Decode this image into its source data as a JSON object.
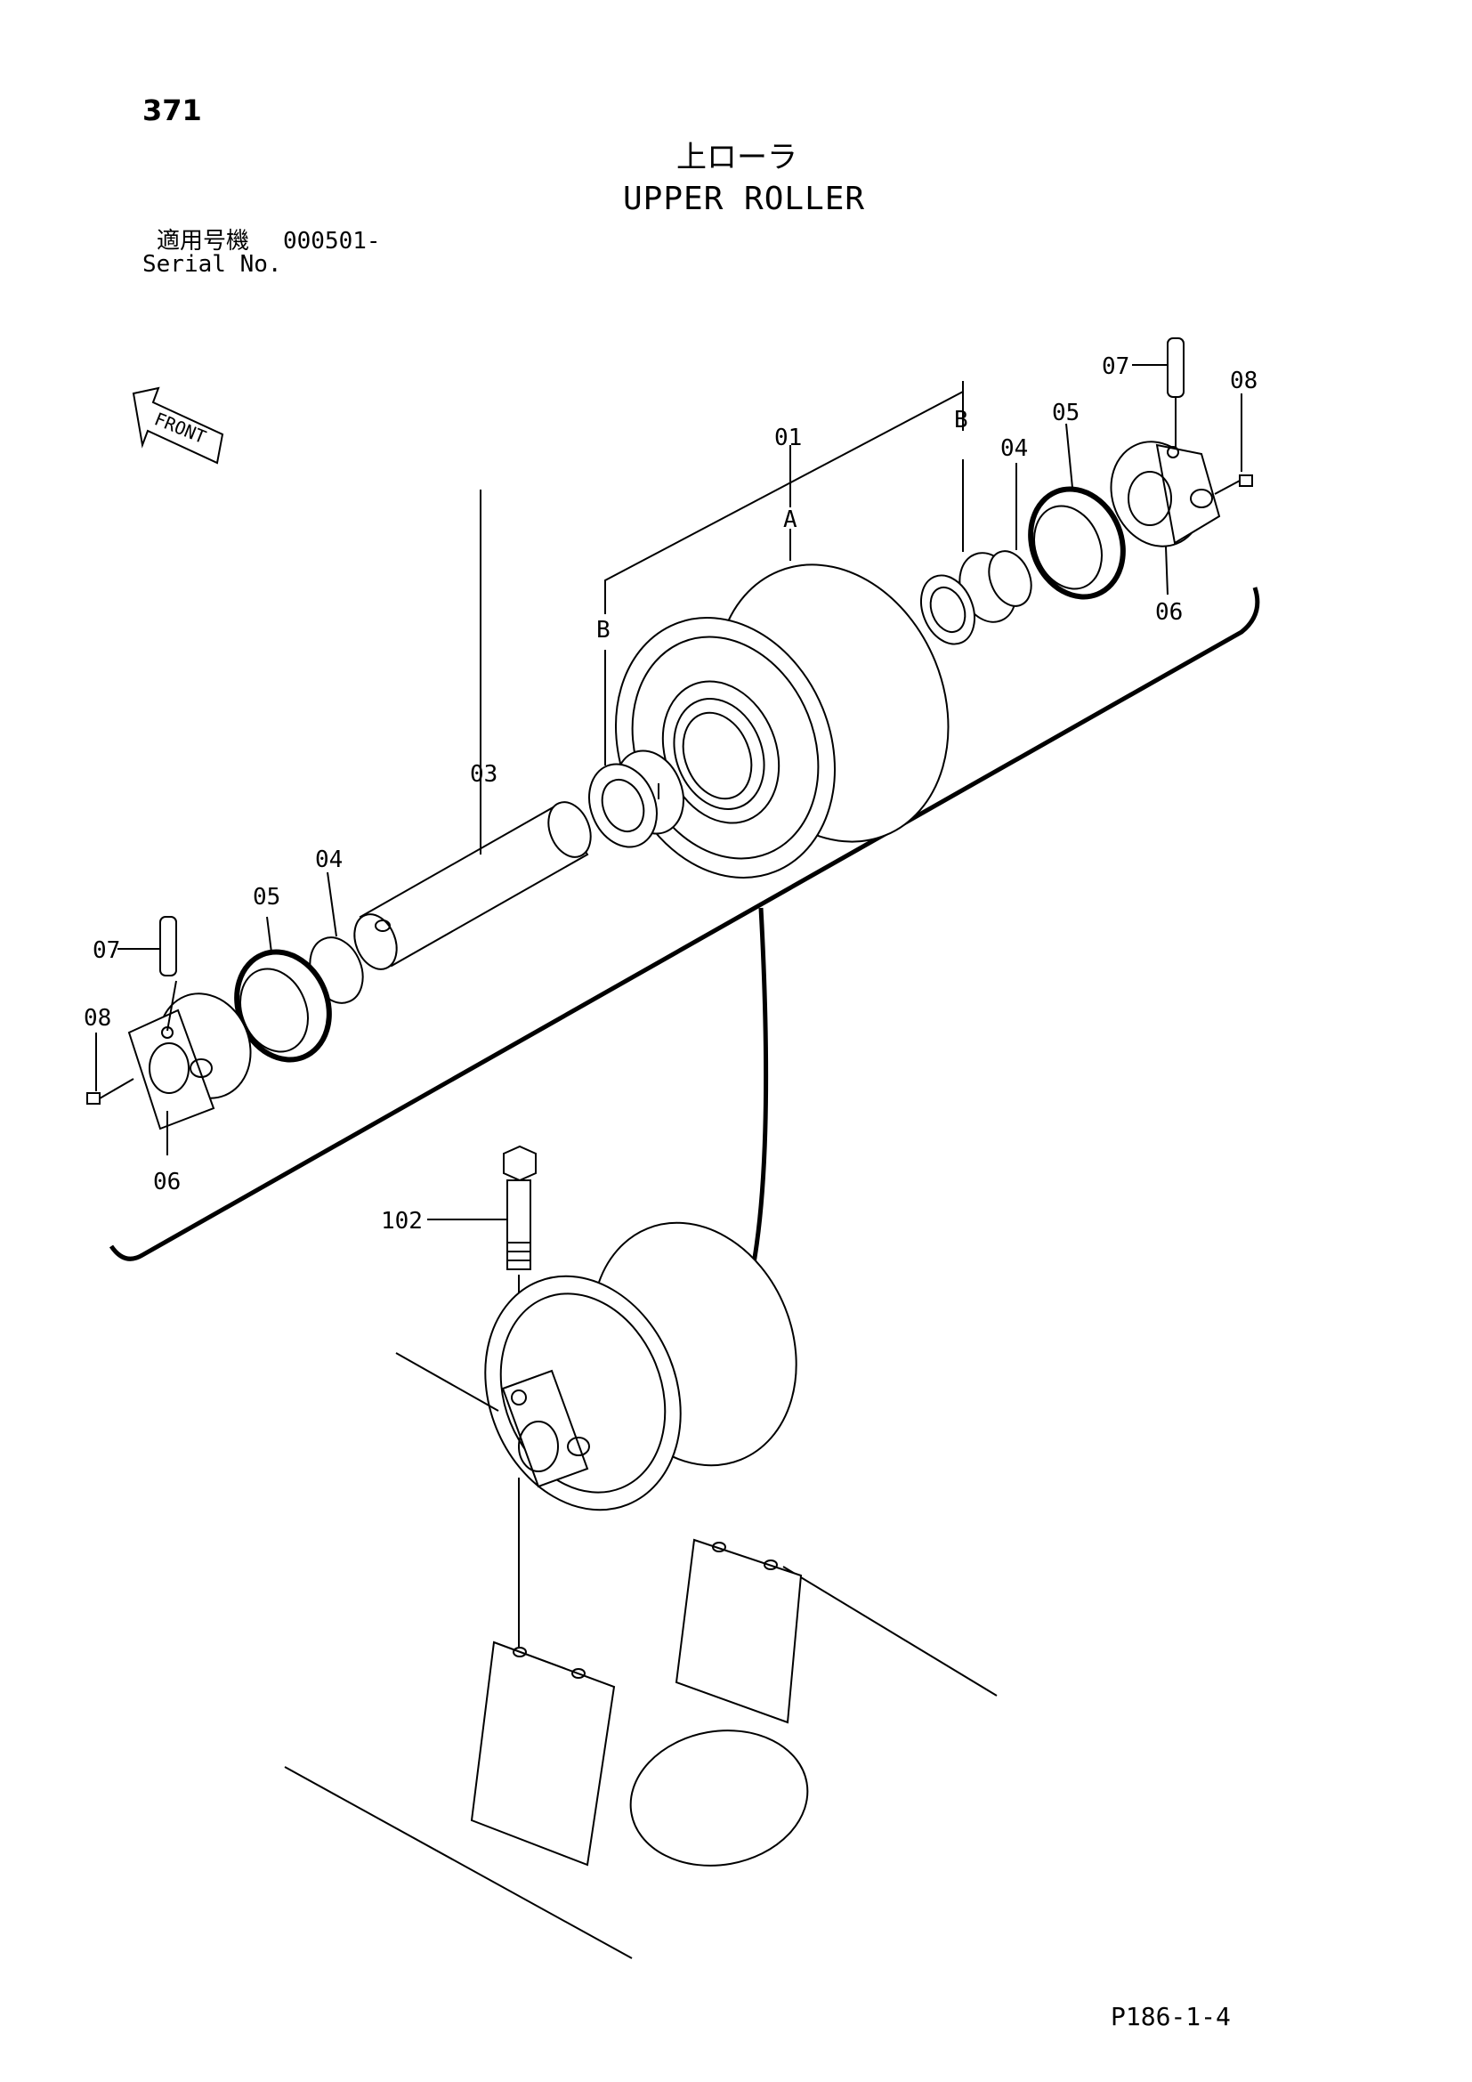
{
  "page_number": "371",
  "title_jp": "上ローラ",
  "title_en": "UPPER ROLLER",
  "serial_label_jp": "適用号機",
  "serial_value": "000501-",
  "serial_label_en": "Serial No.",
  "front_label": "FRONT",
  "callouts": {
    "c01": "01",
    "cA": "A",
    "cB_right": "B",
    "cB_left": "B",
    "c03": "03",
    "c04_right": "04",
    "c04_left": "04",
    "c05_right": "05",
    "c05_left": "05",
    "c06_right": "06",
    "c06_left": "06",
    "c07_right": "07",
    "c07_left": "07",
    "c08_right": "08",
    "c08_left": "08",
    "c102": "102"
  },
  "footer_code": "P186-1-4"
}
